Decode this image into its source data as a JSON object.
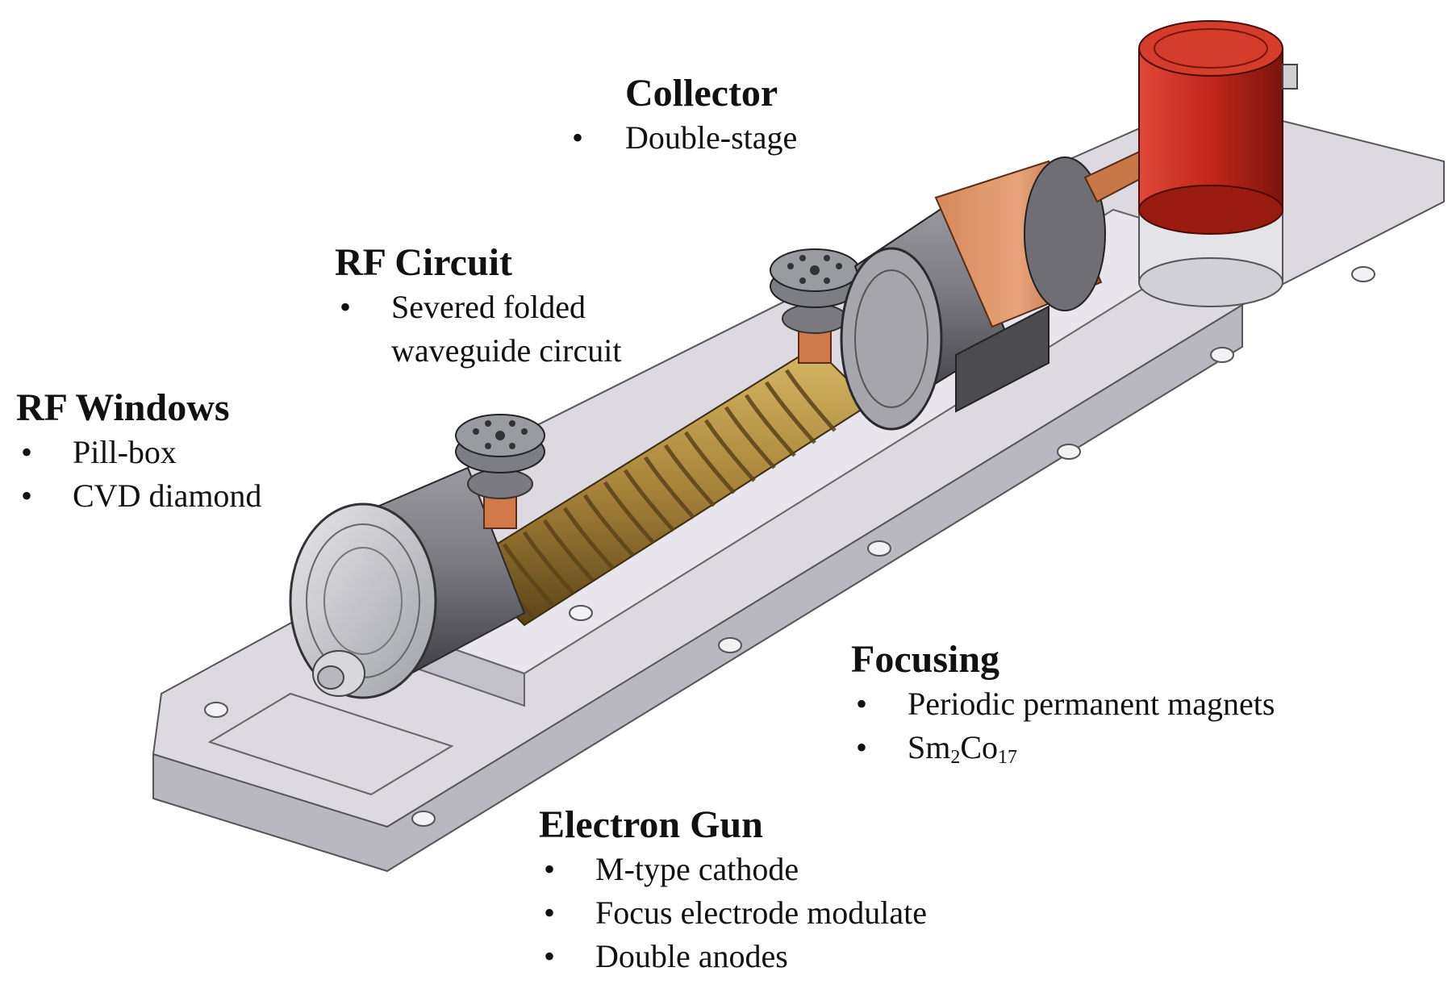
{
  "labels": {
    "collector": {
      "title": "Collector",
      "items": [
        "Double-stage"
      ]
    },
    "rf_circuit": {
      "title": "RF Circuit",
      "items": [
        "Severed folded",
        "waveguide  circuit"
      ]
    },
    "rf_windows": {
      "title": "RF Windows",
      "items": [
        "Pill-box",
        "CVD diamond"
      ]
    },
    "focusing": {
      "title": "Focusing",
      "items": [
        "Periodic permanent magnets"
      ],
      "material": {
        "el1": "Sm",
        "sub1": "2",
        "el2": "Co",
        "sub2": "17"
      }
    },
    "electron_gun": {
      "title": "Electron Gun",
      "items": [
        "M-type cathode",
        "Focus electrode modulate",
        "Double anodes"
      ]
    }
  },
  "bullet": "•",
  "colors": {
    "base_plate": "#d9d7de",
    "magnet_gray": "#6b6b70",
    "copper": "#c8784a",
    "brass_helix": "#a8843a",
    "collector_red": "#c0271a"
  },
  "icons": [
    "flange-icon"
  ]
}
